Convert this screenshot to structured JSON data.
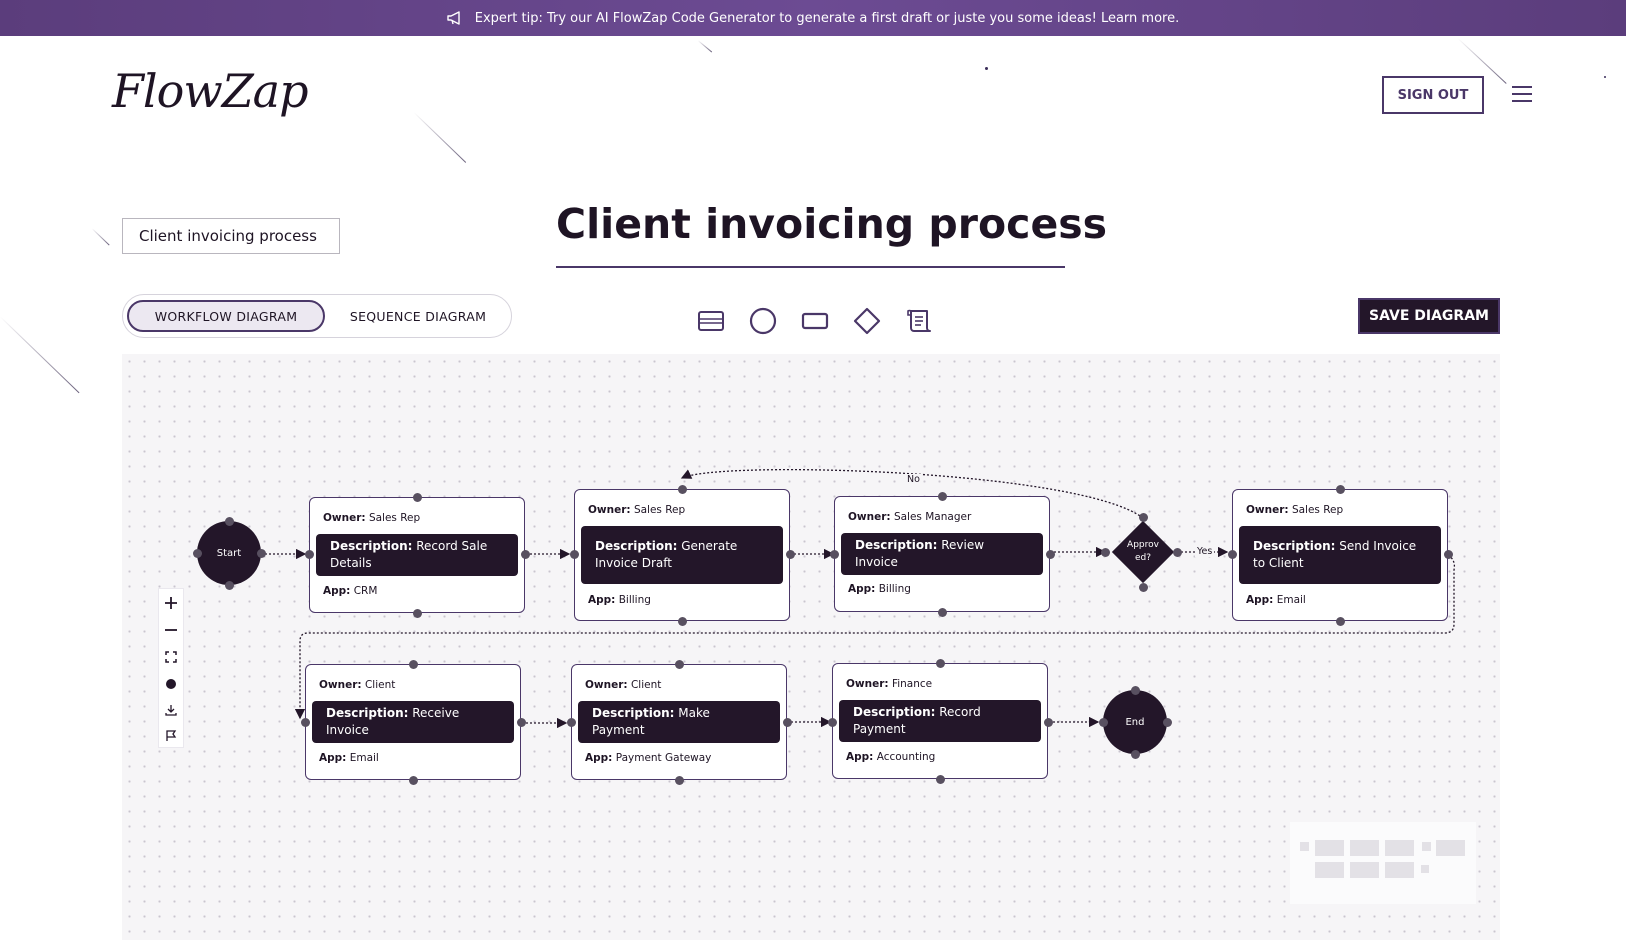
{
  "banner": {
    "icon": "megaphone-icon",
    "text": "Expert tip: Try our AI FlowZap Code Generator to generate a first draft or juste you some ideas! Learn more."
  },
  "header": {
    "logo": "FlowZap",
    "sign_out": "SIGN OUT",
    "menu_icon": "hamburger-menu-icon"
  },
  "diagram_name_input": {
    "value": "Client invoicing process"
  },
  "page_title": "Client invoicing process",
  "view_toggle": {
    "workflow": "WORKFLOW DIAGRAM",
    "sequence": "SEQUENCE DIAGRAM",
    "active": "workflow"
  },
  "shape_tools": [
    {
      "name": "card-node-tool",
      "icon": "card-icon"
    },
    {
      "name": "circle-node-tool",
      "icon": "circle-icon"
    },
    {
      "name": "rectangle-node-tool",
      "icon": "rectangle-icon"
    },
    {
      "name": "diamond-node-tool",
      "icon": "diamond-icon"
    },
    {
      "name": "note-node-tool",
      "icon": "scroll-icon"
    }
  ],
  "save_button": "SAVE DIAGRAM",
  "labels": {
    "owner": "Owner:",
    "description": "Description:",
    "app": "App:"
  },
  "nodes": {
    "start": "Start",
    "end": "End",
    "decision": "Approv ed?",
    "cards": [
      {
        "id": "record-sale",
        "owner": "Sales Rep",
        "description": "Record Sale Details",
        "app": "CRM"
      },
      {
        "id": "generate-invoice",
        "owner": "Sales Rep",
        "description": "Generate Invoice Draft",
        "app": "Billing"
      },
      {
        "id": "review-invoice",
        "owner": "Sales Manager",
        "description": "Review Invoice",
        "app": "Billing"
      },
      {
        "id": "send-invoice",
        "owner": "Sales Rep",
        "description": "Send Invoice to Client",
        "app": "Email"
      },
      {
        "id": "receive-invoice",
        "owner": "Client",
        "description": "Receive Invoice",
        "app": "Email"
      },
      {
        "id": "make-payment",
        "owner": "Client",
        "description": "Make Payment",
        "app": "Payment Gateway"
      },
      {
        "id": "record-payment",
        "owner": "Finance",
        "description": "Record Payment",
        "app": "Accounting"
      }
    ]
  },
  "edge_labels": {
    "no": "No",
    "yes": "Yes"
  },
  "canvas_controls": [
    {
      "name": "zoom-in-icon"
    },
    {
      "name": "zoom-out-icon"
    },
    {
      "name": "fit-view-icon"
    },
    {
      "name": "toggle-theme-icon"
    },
    {
      "name": "download-icon"
    },
    {
      "name": "flag-icon"
    }
  ],
  "colors": {
    "brand": "#4a3768",
    "banner": "#6c4b93",
    "node_fill": "#231629",
    "canvas": "#f6f5f7"
  }
}
